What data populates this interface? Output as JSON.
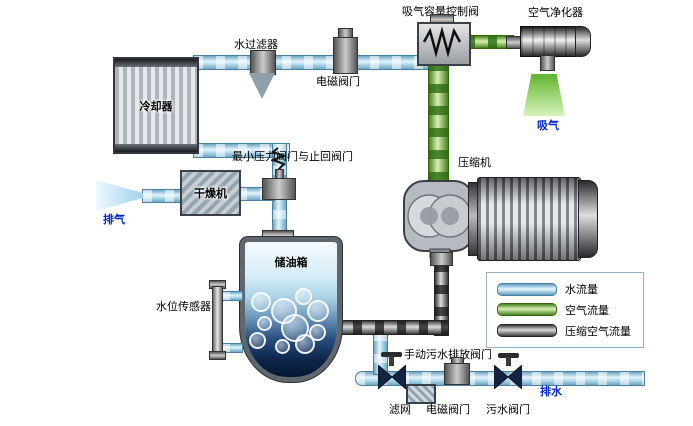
{
  "labels": {
    "intake_control_valve": "吸气容量控制阀",
    "air_purifier": "空气净化器",
    "water_filter": "水过滤器",
    "solenoid_valve_top": "电磁阀门",
    "cooler": "冷却器",
    "min_pressure_check_valve": "最小压力阀门与止回阀门",
    "compressor": "压缩机",
    "intake": "吸气",
    "exhaust": "排气",
    "dryer": "干燥机",
    "oil_tank": "储油箱",
    "water_level_sensor": "水位传感器",
    "manual_drain_valve": "手动污水排放阀门",
    "strainer": "滤网",
    "solenoid_valve_bottom": "电磁阀门",
    "sewage_valve": "污水阀门",
    "drain_outlet": "排水"
  },
  "legend": {
    "items": [
      {
        "label": "水流量",
        "type": "water",
        "color": "#5f9ec2"
      },
      {
        "label": "空气流量",
        "type": "air",
        "color": "#6ab43c"
      },
      {
        "label": "压缩空气流量",
        "type": "compressed-air",
        "color": "#5a5a5a"
      }
    ]
  },
  "colors": {
    "water_pipe": "#bfe2f2",
    "air_pipe": "#7cc24a",
    "compressed_air_pipe": "#8c8c8c",
    "label_text": "#000000",
    "flow_label_text": "#0028c8",
    "background": "#ffffff"
  }
}
